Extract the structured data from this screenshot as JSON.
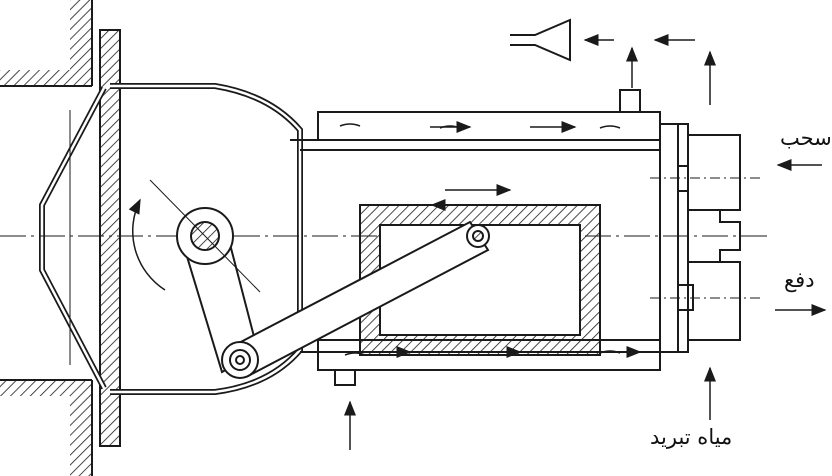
{
  "labels": {
    "suction": "سحب",
    "discharge": "دفع",
    "cooling_water": "مياه تبريد"
  },
  "colors": {
    "line": "#1a1a1a",
    "background": "#ffffff"
  }
}
